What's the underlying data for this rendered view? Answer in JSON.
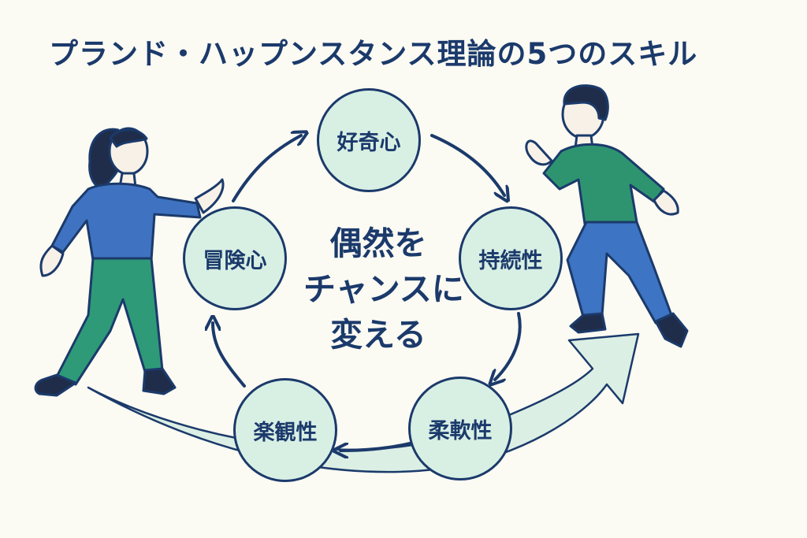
{
  "title": "プランド・ハップンスタンス理論の5つのスキル",
  "center_lines": [
    "偶然を",
    "チャンスに",
    "変える"
  ],
  "skills": [
    "好奇心",
    "持続性",
    "柔軟性",
    "楽観性",
    "冒険心"
  ],
  "colors": {
    "navy": "#1b3a6b",
    "node_fill": "#d8efe4",
    "swoosh": "#dcefe4",
    "shirt_blue": "#3f73c2",
    "pants_green": "#2e9a78",
    "shirt_green": "#2e9470",
    "pants_blue": "#3d74c3",
    "skin": "#f7f1e7",
    "hair": "#1f2d4a"
  }
}
